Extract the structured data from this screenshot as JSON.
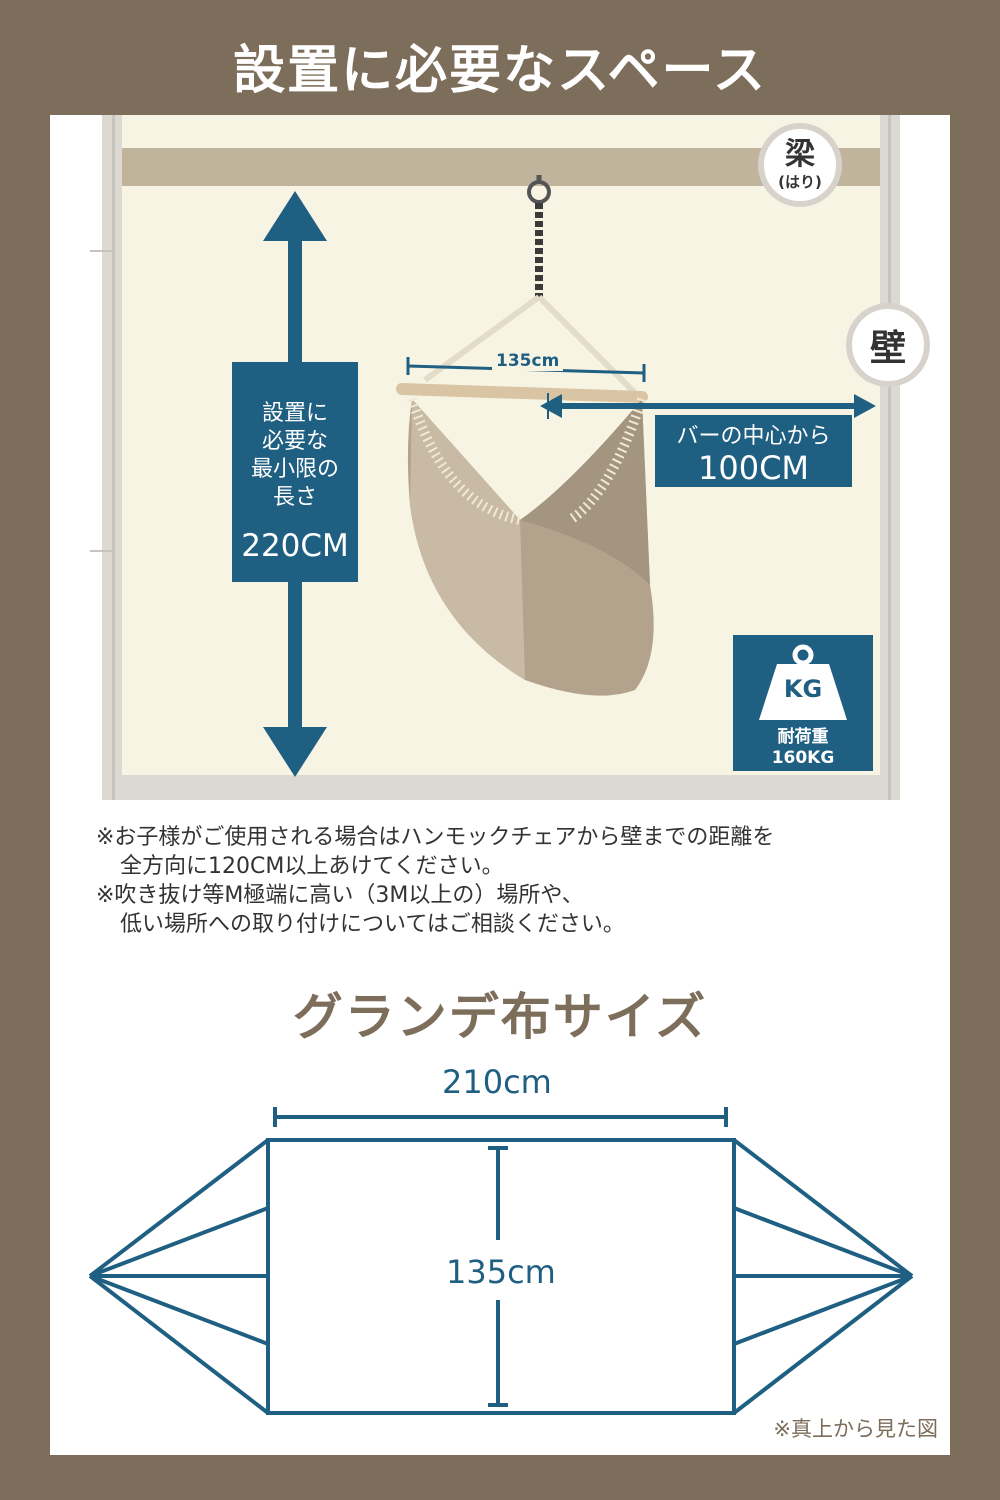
{
  "title": "設置に必要なスペース",
  "beam_label": {
    "main": "梁",
    "sub": "(はり)"
  },
  "wall_label": "壁",
  "bar_width_label": "135cm",
  "min_length": {
    "lines": [
      "設置に",
      "必要な",
      "最小限の",
      "長さ"
    ],
    "value": "220CM"
  },
  "distance": {
    "label": "バーの中心から",
    "value": "100CM"
  },
  "load": {
    "icon": "weight-icon",
    "icon_text": "KG",
    "label": "耐荷重",
    "value": "160KG"
  },
  "notes": [
    "※お子様がご使用される場合はハンモックチェアから壁までの距離を",
    "全方向に120CM以上あけてください。",
    "※吹き抜け等M極端に高い（3M以上の）場所や、",
    "低い場所への取り付けについてはご相談ください。"
  ],
  "fabric_title": "グランデ布サイズ",
  "fabric_width": "210cm",
  "fabric_height": "135cm",
  "fabric_caption": "※真上から見た図",
  "colors": {
    "frame": "#7d6e5b",
    "accent": "#1f5f82",
    "wall": "#f8f4e4",
    "beam": "#c0b49c"
  }
}
